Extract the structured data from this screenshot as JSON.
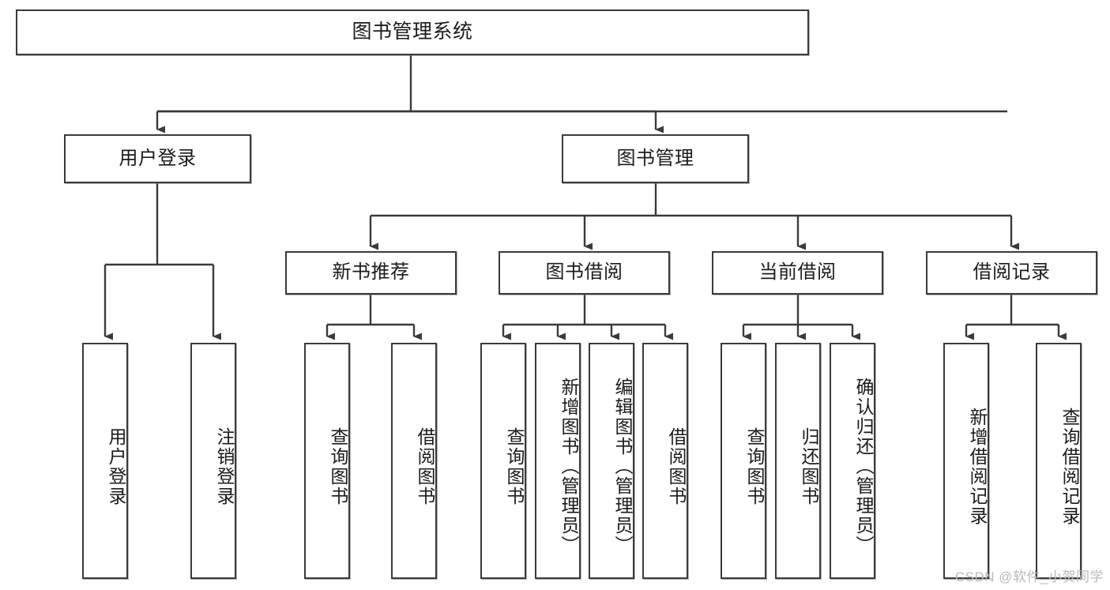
{
  "diagram": {
    "title": "图书管理系统",
    "watermark": "CSDN @软件_小贺同学",
    "line_color": "#3a3a3a",
    "text_color": "#1b1b1b",
    "background": "#ffffff",
    "nodes": {
      "root": "图书管理系统",
      "level2": {
        "user_login": "用户登录",
        "book_manage": "图书管理"
      },
      "level3": {
        "new_book_recommend": "新书推荐",
        "book_borrow": "图书借阅",
        "current_borrow": "当前借阅",
        "borrow_record": "借阅记录"
      },
      "leaves": {
        "user_login_1": "用户登录",
        "user_login_2": "注销登录",
        "recommend_1": "查询图书",
        "recommend_2": "借阅图书",
        "borrow_1": "查询图书",
        "borrow_2": "新增图书（管理员）",
        "borrow_3": "编辑图书（管理员）",
        "borrow_4": "借阅图书",
        "current_1": "查询图书",
        "current_2": "归还图书",
        "current_3": "确认归还（管理员）",
        "record_1": "新增借阅记录",
        "record_2": "查询借阅记录"
      }
    }
  }
}
